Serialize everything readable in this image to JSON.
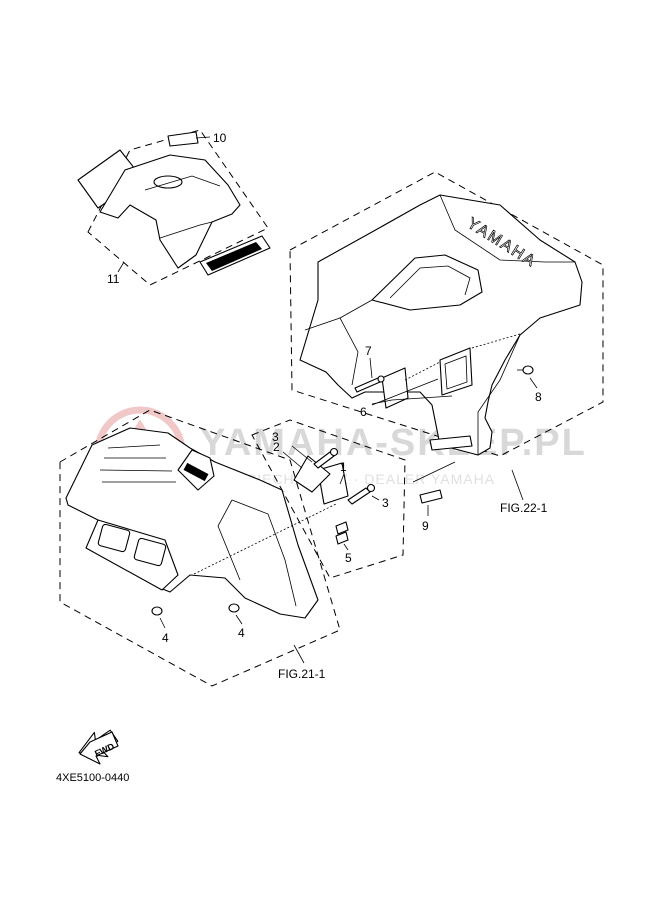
{
  "watermark": {
    "brand": "YAMAHA-SKLEP.PL",
    "subtitle": "WOJCIECH ZWICZ · DEALER YAMAHA",
    "color": "#e6a0a0"
  },
  "callouts": {
    "c1": "1",
    "c2": "2",
    "c3a": "3",
    "c3b": "3",
    "c4a": "4",
    "c4b": "4",
    "c5": "5",
    "c6": "6",
    "c7": "7",
    "c8": "8",
    "c9": "9",
    "c10": "10",
    "c11": "11"
  },
  "figures": {
    "rear": "FIG.22-1",
    "front": "FIG.21-1"
  },
  "fwd_label": "FWD",
  "fender_text": "YAMAHA",
  "diagram_code": "4XE5100-0440"
}
